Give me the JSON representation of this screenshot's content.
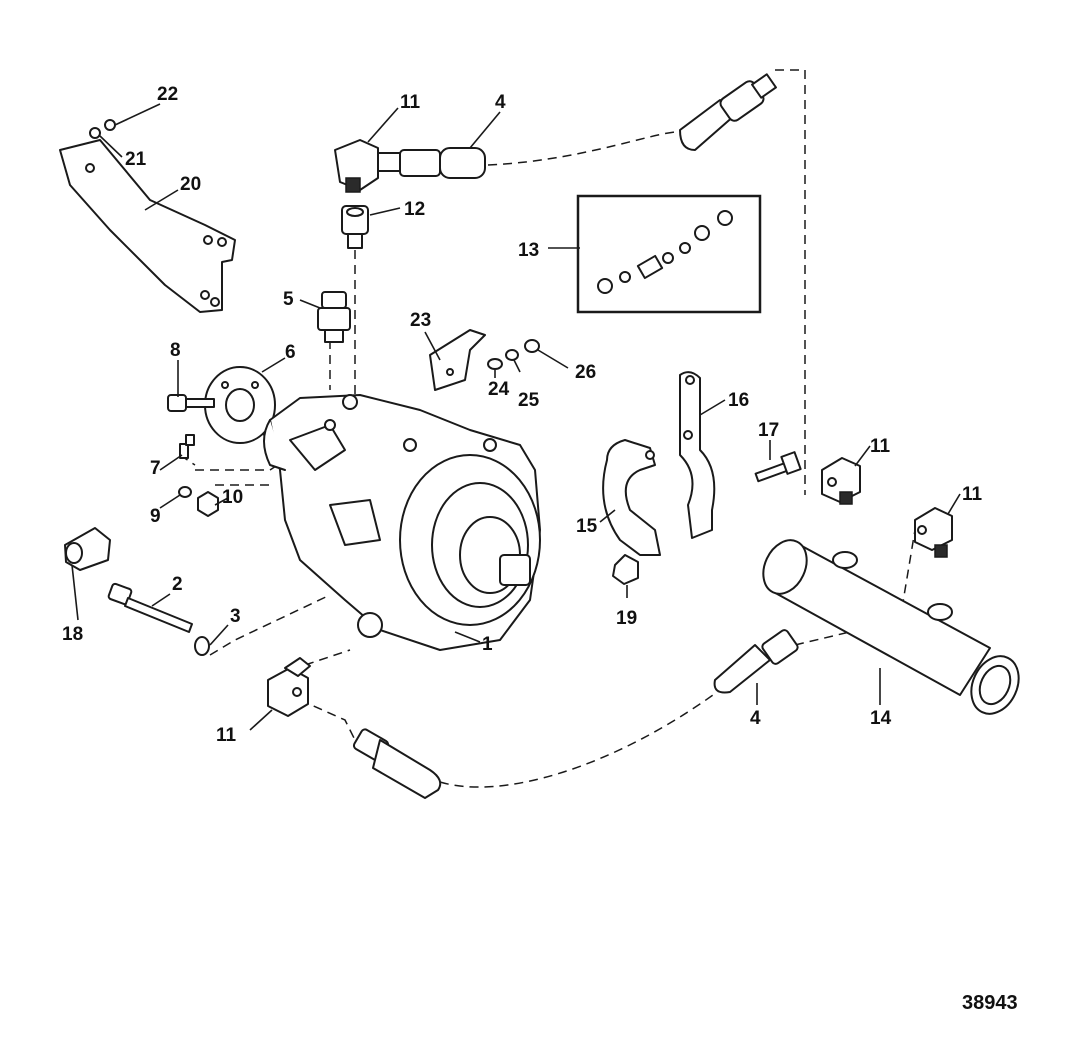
{
  "figure_number": "38943",
  "callouts": {
    "c1": "1",
    "c2": "2",
    "c3": "3",
    "c4a": "4",
    "c4b": "4",
    "c5": "5",
    "c6": "6",
    "c7": "7",
    "c8": "8",
    "c9": "9",
    "c10": "10",
    "c11a": "11",
    "c11b": "11",
    "c11c": "11",
    "c11d": "11",
    "c12": "12",
    "c13": "13",
    "c14": "14",
    "c15": "15",
    "c16": "16",
    "c17": "17",
    "c18": "18",
    "c19": "19",
    "c20": "20",
    "c21": "21",
    "c22": "22",
    "c23": "23",
    "c24": "24",
    "c25": "25",
    "c26": "26"
  }
}
